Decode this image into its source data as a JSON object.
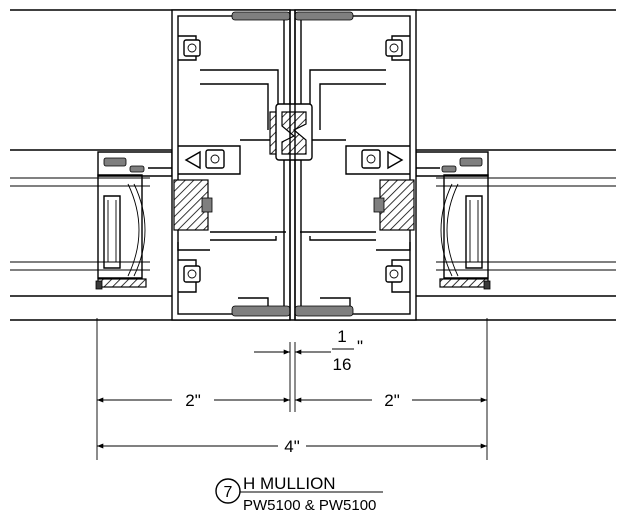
{
  "dimensions": {
    "gap_numerator": "1",
    "gap_denominator": "16",
    "gap_unit": "\"",
    "left_width": "2\"",
    "right_width": "2\"",
    "total_width": "4\""
  },
  "title_block": {
    "detail_number": "7",
    "title": "H MULLION",
    "subtitle": "PW5100 & PW5100"
  }
}
